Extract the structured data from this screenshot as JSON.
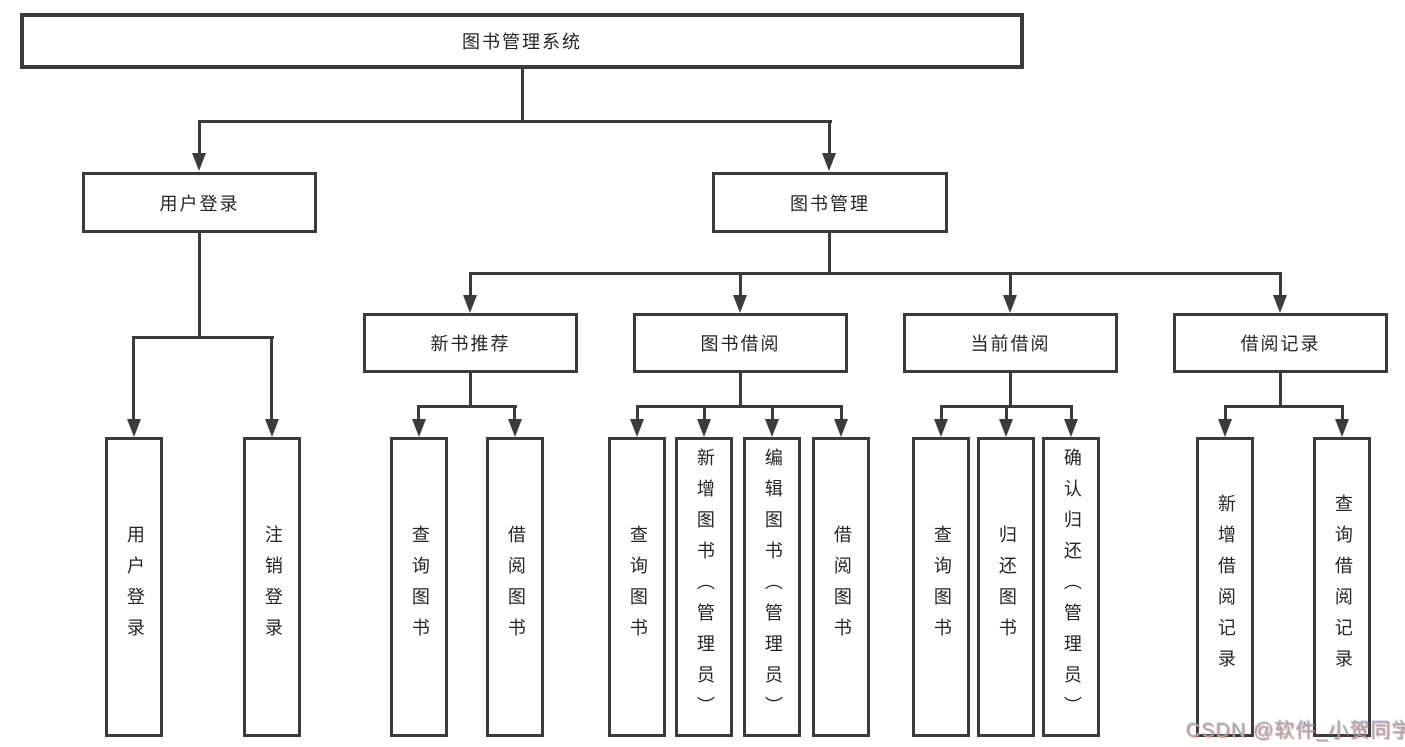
{
  "tree": {
    "label": "图书管理系统",
    "children": [
      {
        "label": "用户登录",
        "children": [
          {
            "label": "用户登录"
          },
          {
            "label": "注销登录"
          }
        ]
      },
      {
        "label": "图书管理",
        "children": [
          {
            "label": "新书推荐",
            "children": [
              {
                "label": "查询图书"
              },
              {
                "label": "借阅图书"
              }
            ]
          },
          {
            "label": "图书借阅",
            "children": [
              {
                "label": "查询图书"
              },
              {
                "label": "新增图书（管理员）"
              },
              {
                "label": "编辑图书（管理员）"
              },
              {
                "label": "借阅图书"
              }
            ]
          },
          {
            "label": "当前借阅",
            "children": [
              {
                "label": "查询图书"
              },
              {
                "label": "归还图书"
              },
              {
                "label": "确认归还（管理员）"
              }
            ]
          },
          {
            "label": "借阅记录",
            "children": [
              {
                "label": "新增借阅记录"
              },
              {
                "label": "查询借阅记录"
              }
            ]
          }
        ]
      }
    ]
  },
  "watermark": {
    "text": "CSDN @软件_小贺同学"
  },
  "colors": {
    "line": "#3b3b3b",
    "text": "#252525",
    "background": "#ffffff",
    "watermark": "#a8a8a8"
  }
}
